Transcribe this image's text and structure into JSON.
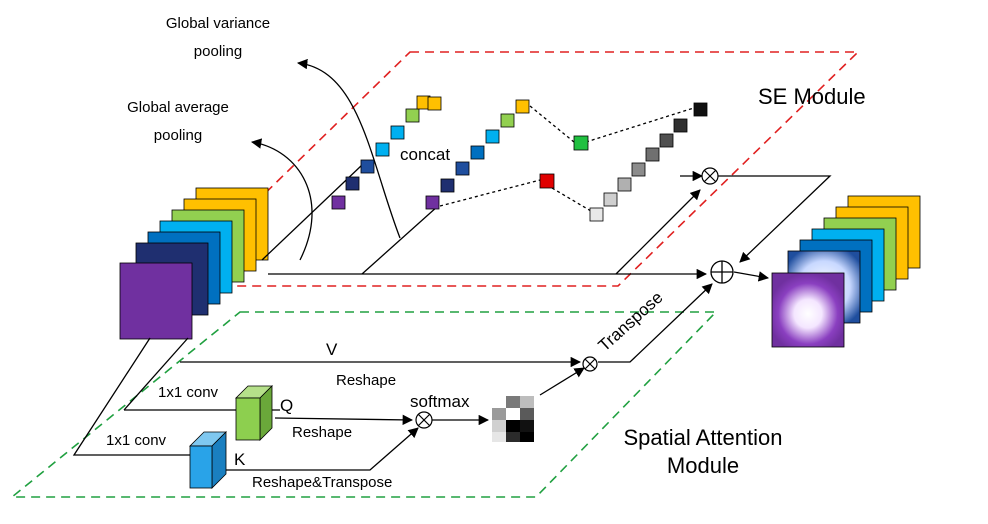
{
  "labels": {
    "global_variance_pooling_1": "Global variance",
    "global_variance_pooling_2": "pooling",
    "global_average_pooling_1": "Global average",
    "global_average_pooling_2": "pooling",
    "concat": "concat",
    "se_module": "SE Module",
    "v": "V",
    "reshape_v": "Reshape",
    "conv_q": "1x1 conv",
    "q": "Q",
    "reshape_q": "Reshape",
    "softmax": "softmax",
    "conv_k": "1x1 conv",
    "k": "K",
    "reshape_transpose": "Reshape&Transpose",
    "transpose": "Transpose",
    "spatial_attention_1": "Spatial Attention",
    "spatial_attention_2": "Module"
  },
  "colors": {
    "se_border": "#e02020",
    "sa_border": "#20a040",
    "purple": "#7030a0",
    "navy": "#1f2f70",
    "dark_blue": "#1f4e9e",
    "blue": "#0070c0",
    "cyan": "#00b0f0",
    "green": "#92d050",
    "yellow": "#ffc000",
    "q_block": "#8dcf4f",
    "k_block": "#29a3e8"
  }
}
